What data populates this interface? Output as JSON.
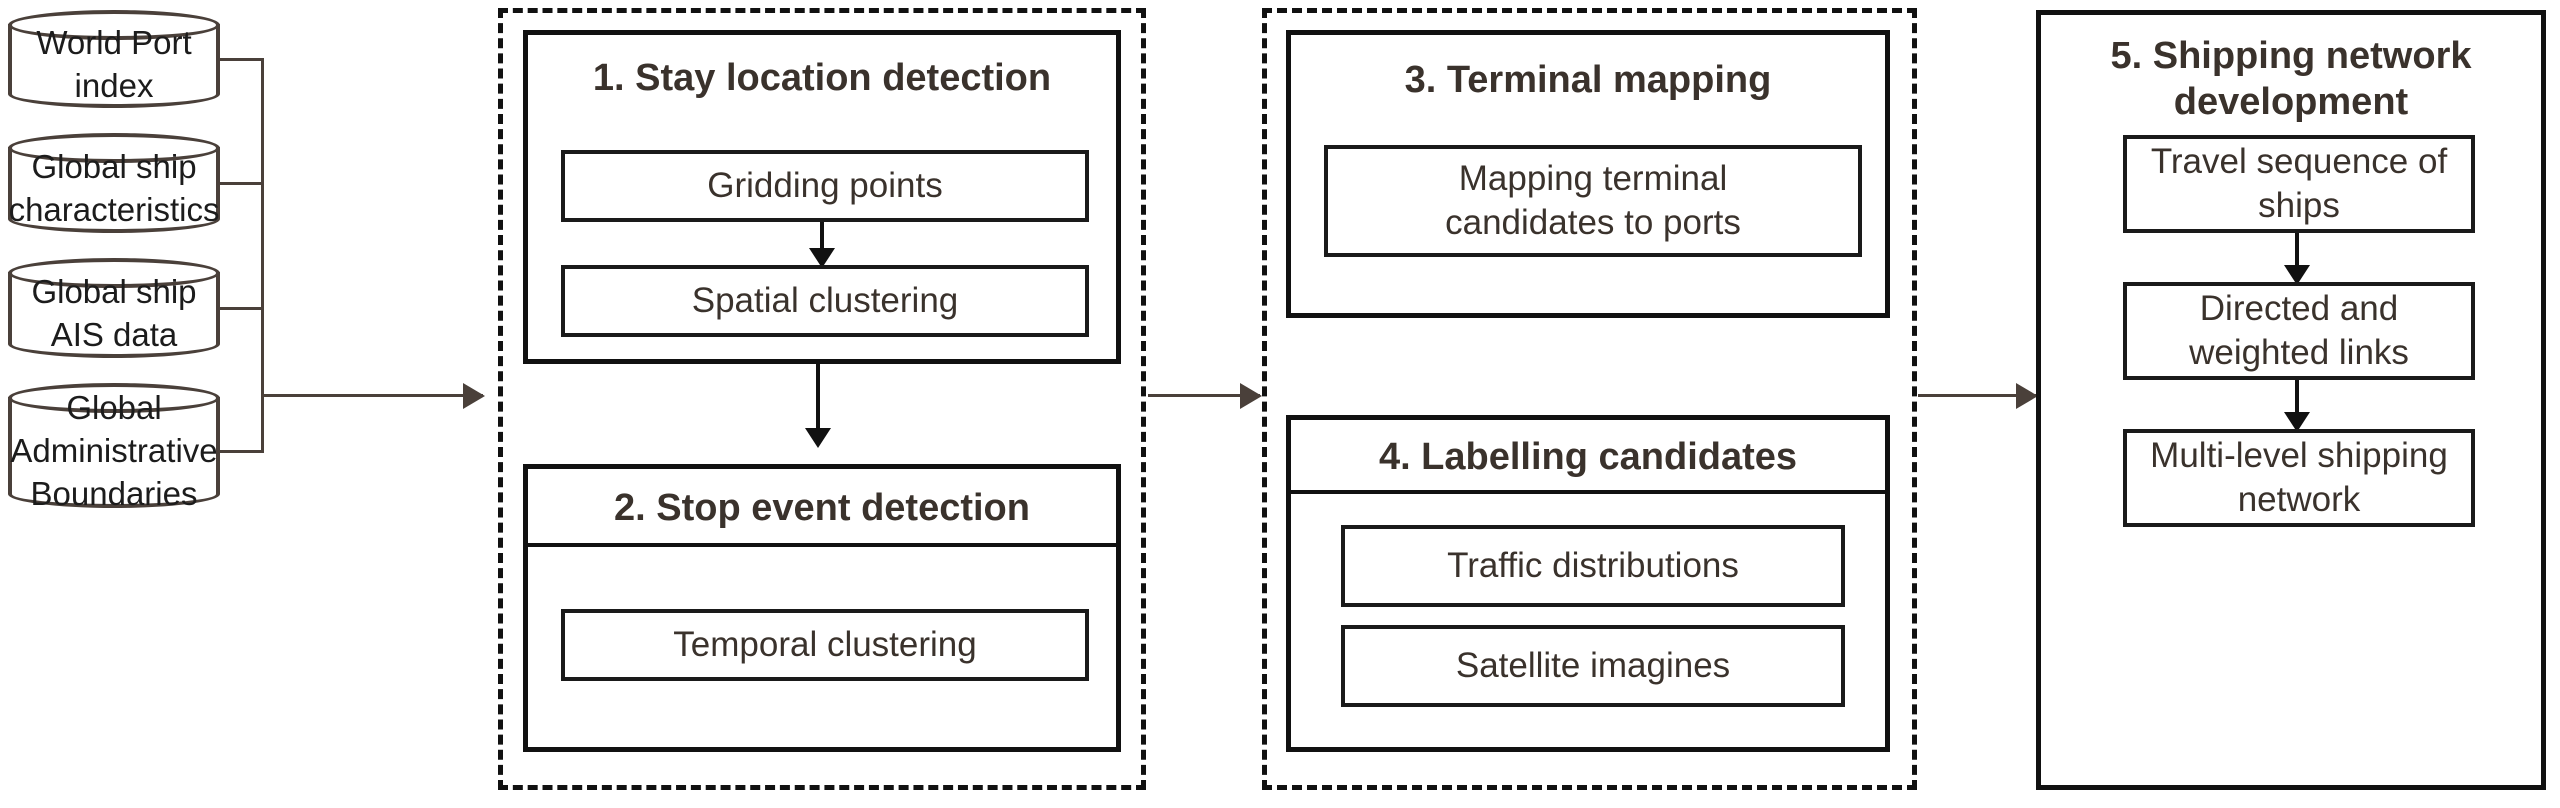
{
  "diagram": {
    "title": "Maritime shipping network construction workflow",
    "colors": {
      "cylinder_stroke": "#4a403a",
      "box_stroke": "#111111",
      "title_text": "#3a322c",
      "body_text": "#3a322c",
      "background": "#ffffff"
    }
  },
  "data_sources": [
    {
      "label": "World Port\nindex"
    },
    {
      "label": "Global ship\ncharacteristics"
    },
    {
      "label": "Global ship\nAIS data"
    },
    {
      "label": "Global\nAdministrative\nBoundaries"
    }
  ],
  "stages": [
    {
      "number": "1.",
      "title": "1. Stay location detection",
      "steps": [
        {
          "label": "Gridding points"
        },
        {
          "label": "Spatial clustering"
        }
      ]
    },
    {
      "number": "2.",
      "title": "2. Stop event detection",
      "steps": [
        {
          "label": "Temporal  clustering"
        }
      ]
    },
    {
      "number": "3.",
      "title": "3. Terminal mapping",
      "steps": [
        {
          "label": "Mapping terminal\ncandidates to ports"
        }
      ]
    },
    {
      "number": "4.",
      "title": "4. Labelling candidates",
      "steps": [
        {
          "label": "Traffic distributions"
        },
        {
          "label": "Satellite imagines"
        }
      ]
    },
    {
      "number": "5.",
      "title": "5. Shipping network\ndevelopment",
      "steps": [
        {
          "label": "Travel sequence of\nships"
        },
        {
          "label": "Directed and\nweighted links"
        },
        {
          "label": "Multi-level shipping\nnetwork"
        }
      ]
    }
  ],
  "groups": [
    {
      "name": "stay-and-stop-detection-group"
    },
    {
      "name": "terminal-mapping-and-labelling-group"
    }
  ],
  "connectors": [
    {
      "name": "sources-to-stage1",
      "direction": "right"
    },
    {
      "name": "gridding-to-spatial",
      "direction": "down"
    },
    {
      "name": "stage1-to-stage2",
      "direction": "down"
    },
    {
      "name": "group1-to-group2",
      "direction": "right"
    },
    {
      "name": "group2-to-stage5",
      "direction": "right"
    },
    {
      "name": "travel-to-links",
      "direction": "down"
    },
    {
      "name": "links-to-network",
      "direction": "down"
    }
  ]
}
